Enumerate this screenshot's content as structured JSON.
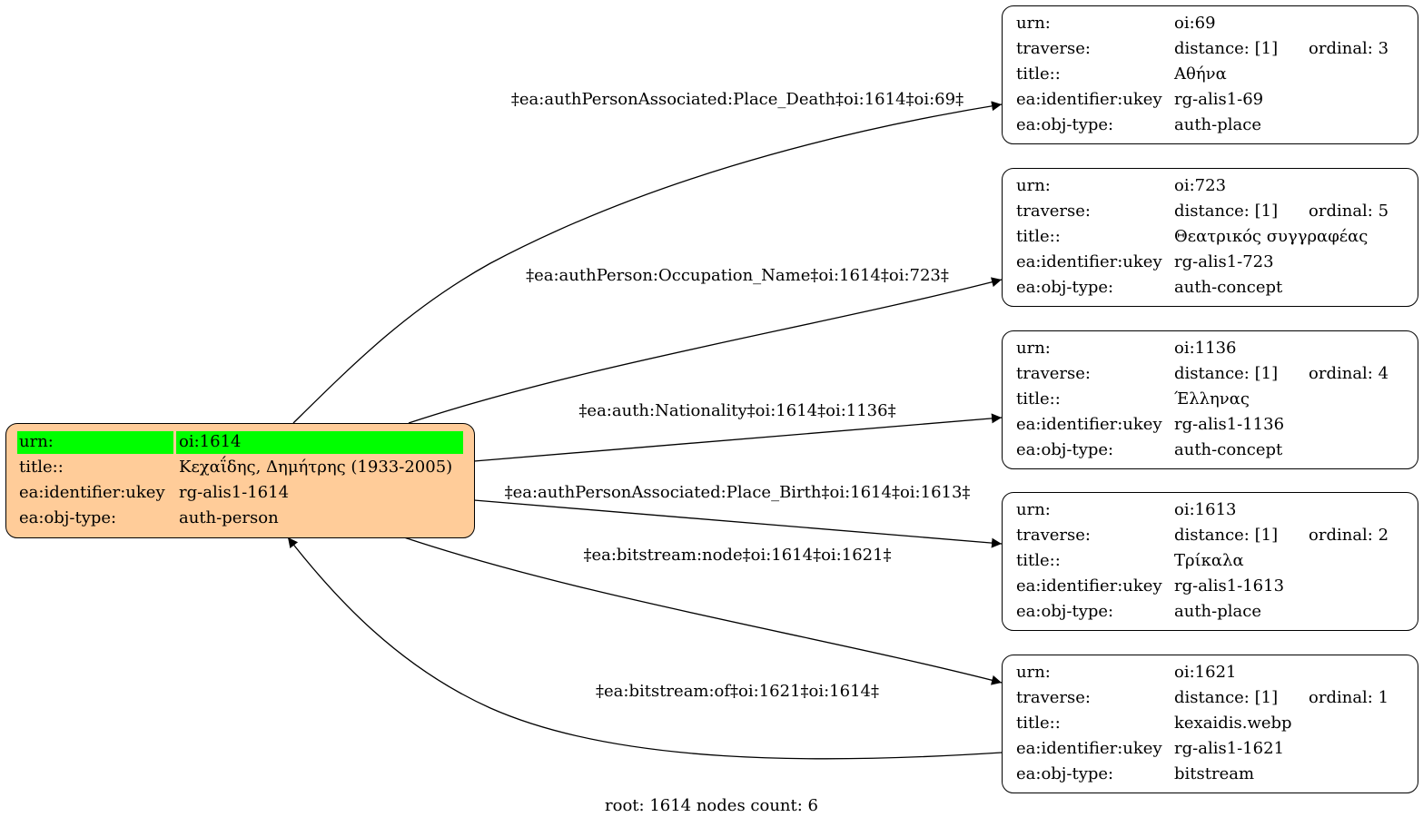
{
  "root_node": {
    "rows": [
      {
        "key": "urn:",
        "value": "oi:1614"
      },
      {
        "key": "title::",
        "value": "Κεχαΐδης, Δημήτρης (1933-2005)"
      },
      {
        "key": "ea:identifier:ukey",
        "value": "rg-alis1-1614"
      },
      {
        "key": "ea:obj-type:",
        "value": "auth-person"
      }
    ],
    "fill_color": "#ffcc99",
    "highlight_color": "#00ff00"
  },
  "nodes": [
    {
      "urn": "oi:69",
      "distance": "distance: [1]",
      "ordinal": "ordinal: 3",
      "title": "Αθήνα",
      "ukey": "rg-alis1-69",
      "obj_type": "auth-place"
    },
    {
      "urn": "oi:723",
      "distance": "distance: [1]",
      "ordinal": "ordinal: 5",
      "title": "Θεατρικός συγγραφέας",
      "ukey": "rg-alis1-723",
      "obj_type": "auth-concept"
    },
    {
      "urn": "oi:1136",
      "distance": "distance: [1]",
      "ordinal": "ordinal: 4",
      "title": "Έλληνας",
      "ukey": "rg-alis1-1136",
      "obj_type": "auth-concept"
    },
    {
      "urn": "oi:1613",
      "distance": "distance: [1]",
      "ordinal": "ordinal: 2",
      "title": "Τρίκαλα",
      "ukey": "rg-alis1-1613",
      "obj_type": "auth-place"
    },
    {
      "urn": "oi:1621",
      "distance": "distance: [1]",
      "ordinal": "ordinal: 1",
      "title": "kexaidis.webp",
      "ukey": "rg-alis1-1621",
      "obj_type": "bitstream"
    }
  ],
  "row_keys": {
    "urn": "urn:",
    "traverse": "traverse:",
    "title": "title::",
    "ukey": "ea:identifier:ukey",
    "obj_type": "ea:obj-type:"
  },
  "edges": [
    "‡ea:authPersonAssociated:Place_Death‡oi:1614‡oi:69‡",
    "‡ea:authPerson:Occupation_Name‡oi:1614‡oi:723‡",
    "‡ea:auth:Nationality‡oi:1614‡oi:1136‡",
    "‡ea:authPersonAssociated:Place_Birth‡oi:1614‡oi:1613‡",
    "‡ea:bitstream:node‡oi:1614‡oi:1621‡",
    "‡ea:bitstream:of‡oi:1621‡oi:1614‡"
  ],
  "footer": "root: 1614 nodes count: 6"
}
